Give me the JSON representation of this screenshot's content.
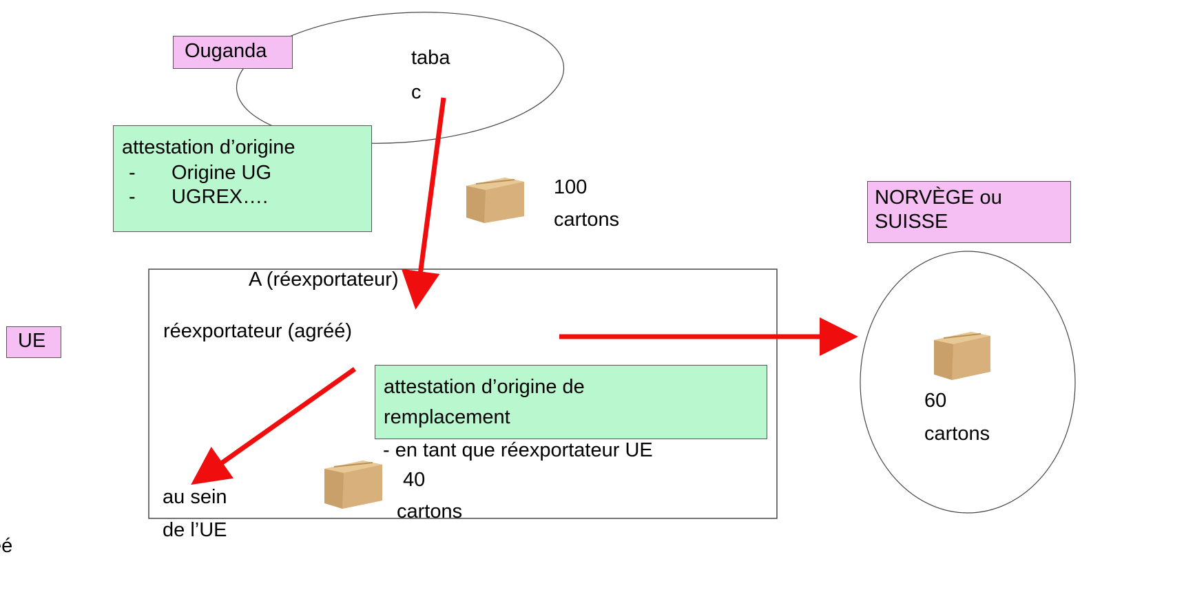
{
  "countries": {
    "uganda": "Ouganda",
    "norway_switzerland": "NORVÈGE ou SUISSE",
    "eu": "UE"
  },
  "origin_country": {
    "product_line1": "taba",
    "product_line2": "c"
  },
  "attestation": {
    "title": "attestation d’origine",
    "items": [
      {
        "dash": "-",
        "text": "Origine UG"
      },
      {
        "dash": "-",
        "text": "UGREX…."
      }
    ]
  },
  "shipment_in": {
    "line1": "100",
    "line2": "cartons"
  },
  "reexporter": {
    "title": "A (réexportateur)",
    "role": "réexportateur (agréé)",
    "replacement_line1": "attestation d’origine de",
    "replacement_line2": "remplacement",
    "replacement_note": "- en tant que réexportateur UE",
    "local_qty_line1": "40",
    "local_qty_line2": "cartons",
    "destination_line1": "au sein",
    "destination_line2": "de l’UE"
  },
  "shipment_out": {
    "line1": "60",
    "line2": "cartons"
  },
  "edge_fragment": "éé",
  "colors": {
    "arrow": "#f00d0d",
    "pink_label": "#f6bff4",
    "green_label": "#b9f7cf",
    "box_brown": "#d9b27c"
  },
  "icons": [
    "cardboard-box-icon"
  ]
}
